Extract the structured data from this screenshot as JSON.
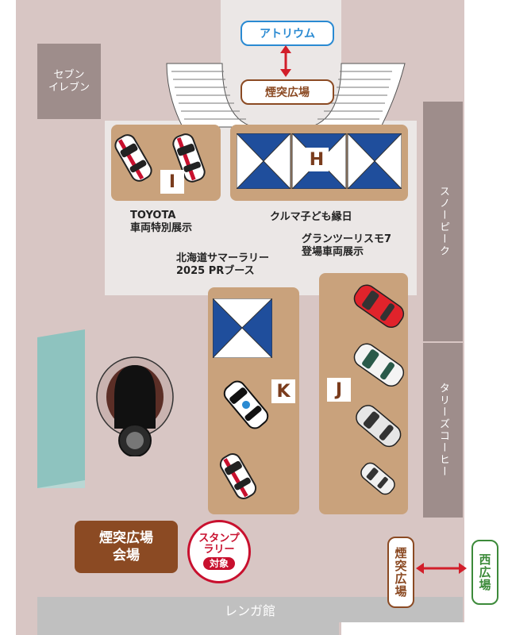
{
  "places": {
    "seven_eleven": "セブン\nイレブン",
    "snow_peak": "スノーピーク",
    "tullys": "タリーズコーヒー",
    "renga_kan": "レンガ館"
  },
  "signs": {
    "atrium": "アトリウム",
    "entotsu_hiroba_top": "煙突広場",
    "entotsu_hiroba_bottom": "煙突広場",
    "nishi_hiroba": "西広場"
  },
  "booths": {
    "I": {
      "letter": "I",
      "caption": "TOYOTA\n車両特別展示"
    },
    "H": {
      "letter": "H",
      "caption": "クルマ子ども縁日"
    },
    "K": {
      "letter": "K",
      "caption": "北海道サマーラリー\n2025 PRブース"
    },
    "J": {
      "letter": "J",
      "caption": "グランツーリスモ7\n登場車両展示"
    }
  },
  "venue_sign": "煙突広場\n会場",
  "stamp": {
    "line1": "スタンプ",
    "line2": "ラリー",
    "line3": "対象"
  },
  "colors": {
    "booth": "#c9a27c",
    "booth_letter": "#7a3c1d",
    "tent_blue": "#1f4e9c",
    "venue_brown": "#8b4a23",
    "atrium_blue": "#2a8ad2",
    "west_green": "#3c8a3a",
    "arrow_red": "#d21e2a"
  }
}
